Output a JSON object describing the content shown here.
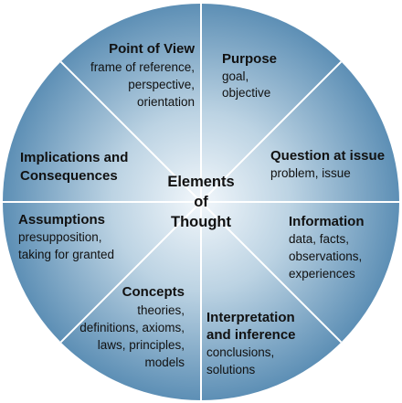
{
  "diagram": {
    "center": {
      "lines": [
        "Elements",
        "of",
        "Thought"
      ]
    },
    "segments": [
      {
        "id": "purpose",
        "title_lines": [
          "Purpose"
        ],
        "desc_lines": [
          "goal,",
          "objective"
        ]
      },
      {
        "id": "question",
        "title_lines": [
          "Question at issue"
        ],
        "desc_lines": [
          "problem, issue"
        ]
      },
      {
        "id": "information",
        "title_lines": [
          "Information"
        ],
        "desc_lines": [
          "data, facts,",
          "observations,",
          "experiences"
        ]
      },
      {
        "id": "interpretation",
        "title_lines": [
          "Interpretation",
          "and inference"
        ],
        "desc_lines": [
          "conclusions,",
          "solutions"
        ]
      },
      {
        "id": "concepts",
        "title_lines": [
          "Concepts"
        ],
        "desc_lines": [
          "theories,",
          "definitions, axioms,",
          "laws, principles,",
          "models"
        ]
      },
      {
        "id": "assumptions",
        "title_lines": [
          "Assumptions"
        ],
        "desc_lines": [
          "presupposition,",
          "taking for granted"
        ]
      },
      {
        "id": "implications",
        "title_lines": [
          "Implications and",
          "Consequences"
        ],
        "desc_lines": []
      },
      {
        "id": "point-of-view",
        "title_lines": [
          "Point of View"
        ],
        "desc_lines": [
          "frame of reference,",
          "perspective,",
          "orientation"
        ]
      }
    ],
    "colors": {
      "center": "#f2f7fb",
      "mid": "#bcd3e3",
      "edge": "#5d8fb5",
      "divider": "#ffffff"
    }
  }
}
